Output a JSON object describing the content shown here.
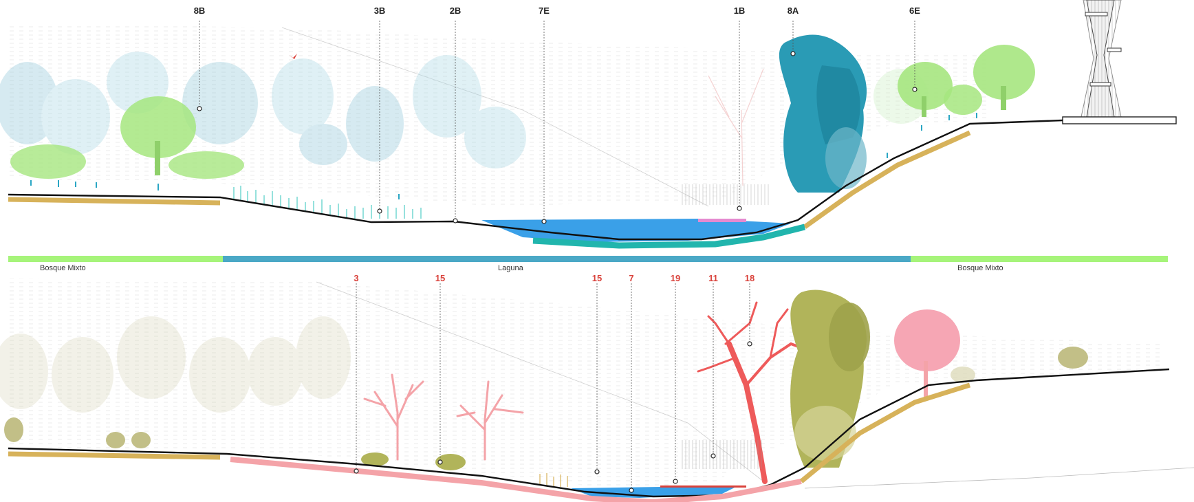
{
  "top_section": {
    "markers": [
      {
        "label": "8B"
      },
      {
        "label": "3B"
      },
      {
        "label": "2B"
      },
      {
        "label": "7E"
      },
      {
        "label": "1B"
      },
      {
        "label": "8A"
      },
      {
        "label": "6E"
      }
    ]
  },
  "zones": [
    {
      "label": "Bosque Mixto",
      "color": "#a6f47a"
    },
    {
      "label": "Laguna",
      "color": "#4aa8c6"
    },
    {
      "label": "Bosque Mixto",
      "color": "#a6f47a"
    }
  ],
  "bottom_section": {
    "markers": [
      {
        "label": "3"
      },
      {
        "label": "15"
      },
      {
        "label": "15"
      },
      {
        "label": "7"
      },
      {
        "label": "19"
      },
      {
        "label": "11"
      },
      {
        "label": "18"
      }
    ]
  },
  "colors": {
    "water": "#3aa0e8",
    "teal_edge": "#21b5ad",
    "bank": "#d7b25a",
    "pink_edge": "#f4a3a8",
    "red_label": "#d9413a",
    "tree_teal": "#2a9bb5",
    "tree_green": "#a6e67f",
    "tree_olive": "#b1b45a",
    "tree_pink": "#f6a6b4",
    "tree_red": "#ee5a5a"
  }
}
